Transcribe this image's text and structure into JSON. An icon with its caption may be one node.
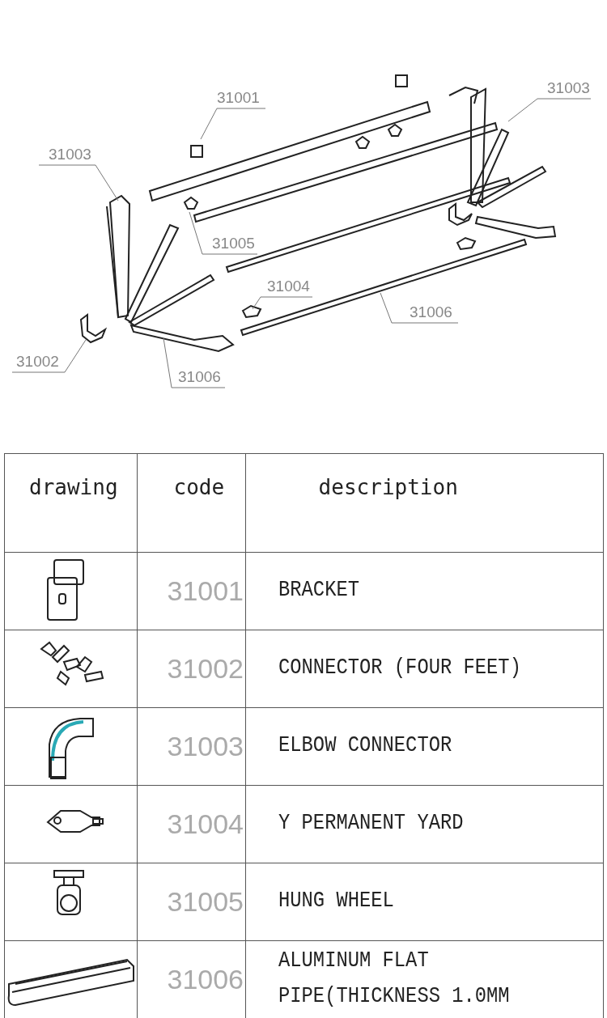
{
  "diagram": {
    "nodes": [
      {
        "text": [
          "31001"
        ]
      },
      {
        "text": [
          "31003"
        ]
      },
      {
        "text": [
          "31003"
        ]
      },
      {
        "text": [
          "31005"
        ]
      },
      {
        "text": [
          "31004"
        ]
      },
      {
        "text": [
          "31006"
        ]
      },
      {
        "text": [
          "31002"
        ]
      },
      {
        "text": [
          "31006"
        ]
      }
    ],
    "edges": [
      {
        "from": 0,
        "to": null,
        "arrow": "none"
      },
      {
        "from": 1,
        "to": null,
        "arrow": "none"
      },
      {
        "from": 2,
        "to": null,
        "arrow": "none"
      },
      {
        "from": 3,
        "to": null,
        "arrow": "none"
      },
      {
        "from": 4,
        "to": null,
        "arrow": "none"
      },
      {
        "from": 5,
        "to": null,
        "arrow": "none"
      },
      {
        "from": 6,
        "to": null,
        "arrow": "none"
      },
      {
        "from": 7,
        "to": null,
        "arrow": "none"
      }
    ],
    "labels": [
      "drawing",
      "code",
      "description",
      "31001",
      "BRACKET",
      "31002",
      "CONNECTOR (FOUR FEET)",
      "31003",
      "ELBOW CONNECTOR",
      "31004",
      "Y PERMANENT YARD",
      "31005",
      "HUNG WHEEL",
      "31006",
      "ALUMINUM FLAT PIPE(THICKNESS 1.0MM"
    ]
  }
}
